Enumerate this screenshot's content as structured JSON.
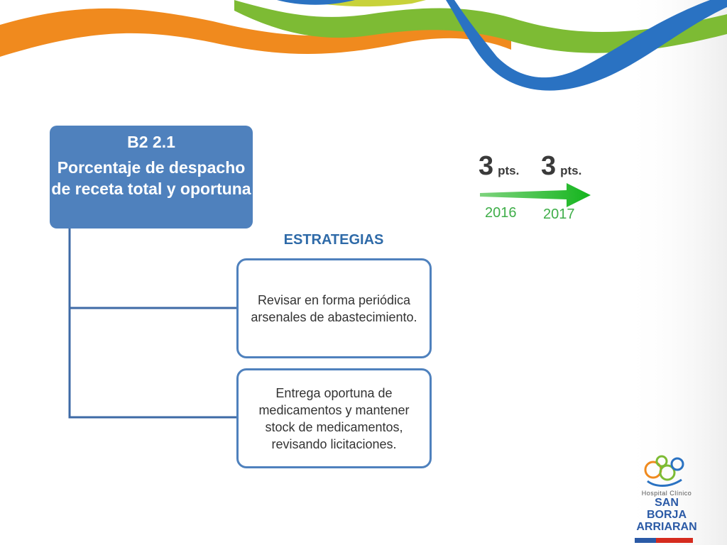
{
  "header": {
    "code": "B2 2.1",
    "title": "Porcentaje de despacho de receta total y oportuna"
  },
  "strategies_label": "ESTRATEGIAS",
  "strategies": [
    {
      "text": "Revisar en forma periódica arsenales de abastecimiento."
    },
    {
      "text": "Entrega oportuna de medicamentos y mantener stock de medicamentos, revisando licitaciones."
    }
  ],
  "scores": [
    {
      "value": "3",
      "unit": "pts.",
      "year": "2016"
    },
    {
      "value": "3",
      "unit": "pts.",
      "year": "2017"
    }
  ],
  "logo": {
    "line1": "Hospital Clínico",
    "line2": "SAN BORJA",
    "line3": "ARRIARAN"
  },
  "colors": {
    "header_fill": "#4f81bd",
    "strategy_border": "#4f81bd",
    "strategies_label": "#2e6aa8",
    "arrow": "#1eb82e",
    "year_text": "#3fae49",
    "ribbon_orange": "#f08a1e",
    "ribbon_green": "#7dbb34",
    "ribbon_blue": "#2a72c2"
  }
}
